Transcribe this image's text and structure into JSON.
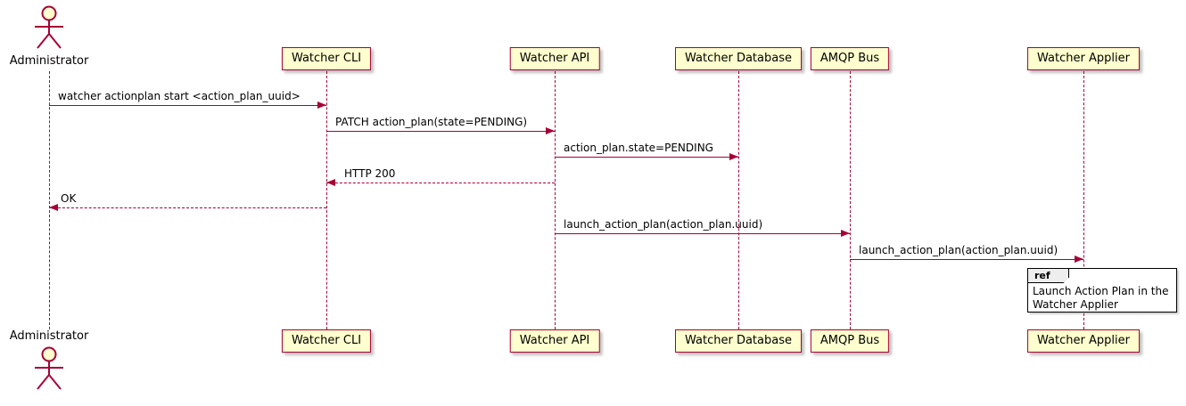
{
  "diagram": {
    "type": "sequence",
    "colors": {
      "participant_fill": "#FEFECE",
      "border": "#A80036",
      "arrow": "#A80036",
      "text": "#000000",
      "ref_header_bg": "#EEEEEE",
      "ref_bg": "#FFFFFF"
    }
  },
  "actor": {
    "name": "Administrator"
  },
  "participants": [
    {
      "name": "Watcher CLI"
    },
    {
      "name": "Watcher API"
    },
    {
      "name": "Watcher Database"
    },
    {
      "name": "AMQP Bus"
    },
    {
      "name": "Watcher Applier"
    }
  ],
  "messages": [
    {
      "from": "Administrator",
      "to": "Watcher CLI",
      "label": "watcher actionplan start <action_plan_uuid>",
      "style": "solid"
    },
    {
      "from": "Watcher CLI",
      "to": "Watcher API",
      "label": "PATCH action_plan(state=PENDING)",
      "style": "solid"
    },
    {
      "from": "Watcher API",
      "to": "Watcher Database",
      "label": "action_plan.state=PENDING",
      "style": "solid"
    },
    {
      "from": "Watcher API",
      "to": "Watcher CLI",
      "label": "HTTP 200",
      "style": "dashed"
    },
    {
      "from": "Watcher CLI",
      "to": "Administrator",
      "label": "OK",
      "style": "dashed"
    },
    {
      "from": "Watcher API",
      "to": "AMQP Bus",
      "label": "launch_action_plan(action_plan.uuid)",
      "style": "solid"
    },
    {
      "from": "AMQP Bus",
      "to": "Watcher Applier",
      "label": "launch_action_plan(action_plan.uuid)",
      "style": "solid"
    }
  ],
  "ref": {
    "keyword": "ref",
    "line1": "Launch Action Plan in the",
    "line2": "Watcher Applier"
  }
}
